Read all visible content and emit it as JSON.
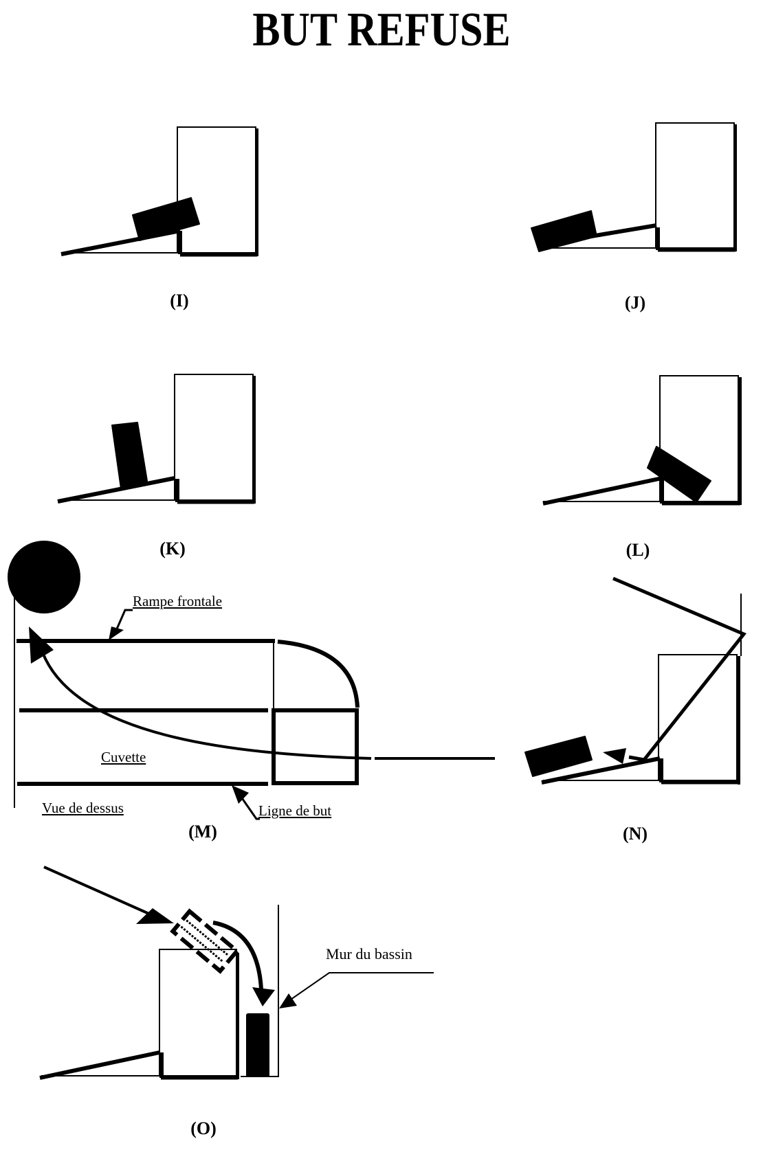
{
  "title": "BUT REFUSE",
  "panels": {
    "I": {
      "caption": "(I)"
    },
    "J": {
      "caption": "(J)"
    },
    "K": {
      "caption": "(K)"
    },
    "L": {
      "caption": "(L)"
    },
    "M": {
      "caption": "(M)",
      "labels": {
        "rampe_frontale": "Rampe frontale",
        "cuvette": "Cuvette",
        "vue_de_dessus": "Vue de dessus",
        "ligne_de_but": "Ligne de but"
      }
    },
    "N": {
      "caption": "(N)"
    },
    "O": {
      "caption": "(O)",
      "labels": {
        "mur_du_bassin": "Mur du bassin"
      }
    }
  },
  "colors": {
    "ink": "#000000",
    "paper": "#ffffff"
  }
}
